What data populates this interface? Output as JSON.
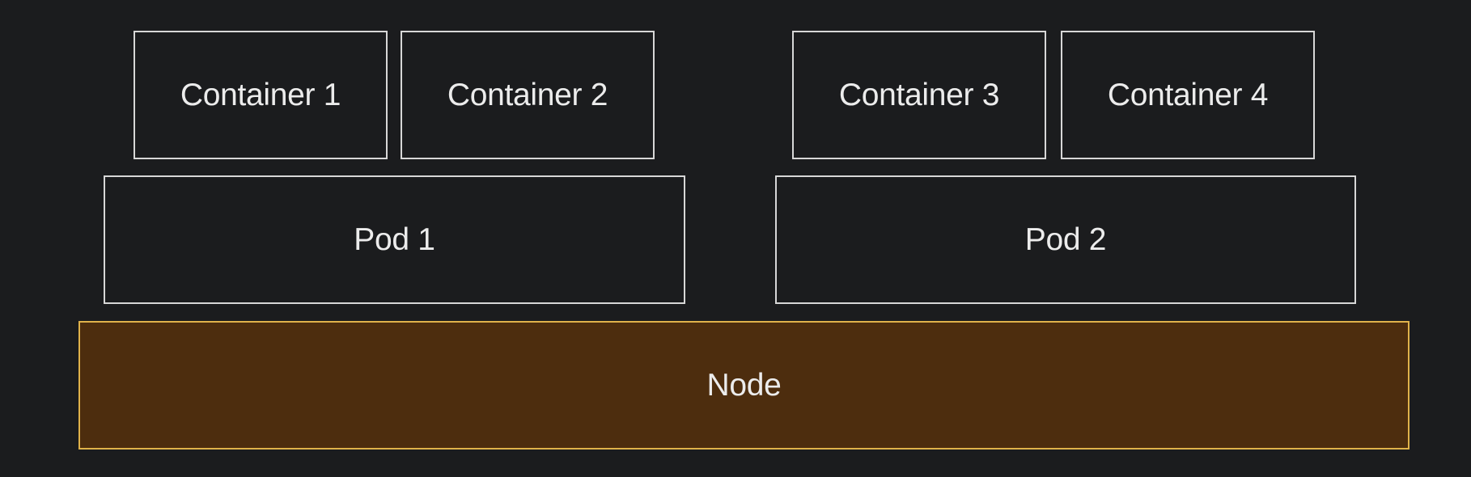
{
  "diagram": {
    "containers": [
      "Container 1",
      "Container 2",
      "Container 3",
      "Container 4"
    ],
    "pods": [
      "Pod 1",
      "Pod 2"
    ],
    "node": "Node"
  },
  "colors": {
    "background": "#1b1c1e",
    "box_border": "#d7d7d7",
    "text": "#ececec",
    "node_fill": "#4d2d0e",
    "node_border": "#e0b24a"
  }
}
